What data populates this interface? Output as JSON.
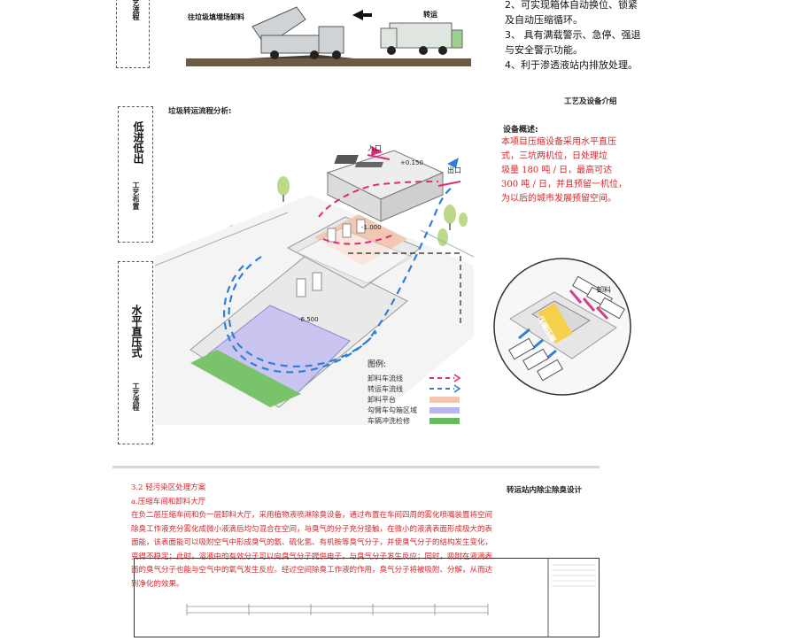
{
  "top": {
    "side_label": "艺流程",
    "truck_caption_left": "往垃圾填埋场卸料",
    "truck_caption_right": "转运",
    "features": [
      "2、可实现箱体自动换位、锁紧",
      "及自动压缩循环。",
      "3、 具有满载警示、急停、强退",
      "与安全警示功能。",
      "4、利于渗透液站内排放处理。"
    ]
  },
  "left_panel": {
    "box1_title": "低进低出",
    "box1_sub": "工艺布置",
    "box2_title": "水平直压式",
    "box2_sub": "工艺流程"
  },
  "diagram": {
    "heading": "垃圾转运流程分析:",
    "label_in": "入口",
    "label_out": "出口",
    "label_elev_top": "+0.150",
    "label_elev_mid": "-1.000",
    "label_elev_low": "-6.500",
    "detail_unload": "卸料",
    "detail_compress": "压缩压缩",
    "legend_title": "图例:",
    "legend": [
      {
        "label": "卸料车流线",
        "color": "#e0297a",
        "kind": "dash"
      },
      {
        "label": "转运车流线",
        "color": "#2f7fd6",
        "kind": "dash"
      },
      {
        "label": "卸料平台",
        "color": "#f2c6b0",
        "kind": "fill"
      },
      {
        "label": "勾臂车勾箱区域",
        "color": "#b7b6ee",
        "kind": "fill"
      },
      {
        "label": "车辆冲洗检修",
        "color": "#66bb5c",
        "kind": "fill"
      }
    ]
  },
  "right_info": {
    "section_title": "工艺及设备介绍",
    "overview_label": "设备概述:",
    "overview_lines": [
      "本项目压缩设备采用水平直压",
      "式，三坑两机位，日处理垃",
      "圾量 180 吨 / 日，最高可达",
      "300 吨 / 日，并且预留一机位，",
      "为以后的城市发展预留空间。"
    ]
  },
  "bottom": {
    "right_title": "转运站内除尘除臭设计",
    "heading": "3.2 轻污染区处理方案",
    "subheading": "a.压缩车间和卸料大厅",
    "body_lines": [
      "在负二层压缩车间和负一层卸料大厅，采用植物液喷淋除臭设备，通过布置在车间四周的雾化喷嘴装置将空间",
      "除臭工作液充分雾化成微小液滴后均匀混合在空间，与臭气的分子充分接触，在微小的液滴表面形成极大的表",
      "面能，该表面能可以吸附空气中形成臭气的氨、硫化氢、有机胺等臭气分子，并使臭气分子的结构发生变化，",
      "变得不稳定；此时，溶液中的有效分子可以向臭气分子提供电子，与臭气分子发生反应；同时，吸附在液滴表",
      "面的臭气分子也能与空气中的氧气发生反应。经过空间除臭工作液的作用，臭气分子将被吸附、分解，从而达",
      "到净化的效果。"
    ]
  }
}
